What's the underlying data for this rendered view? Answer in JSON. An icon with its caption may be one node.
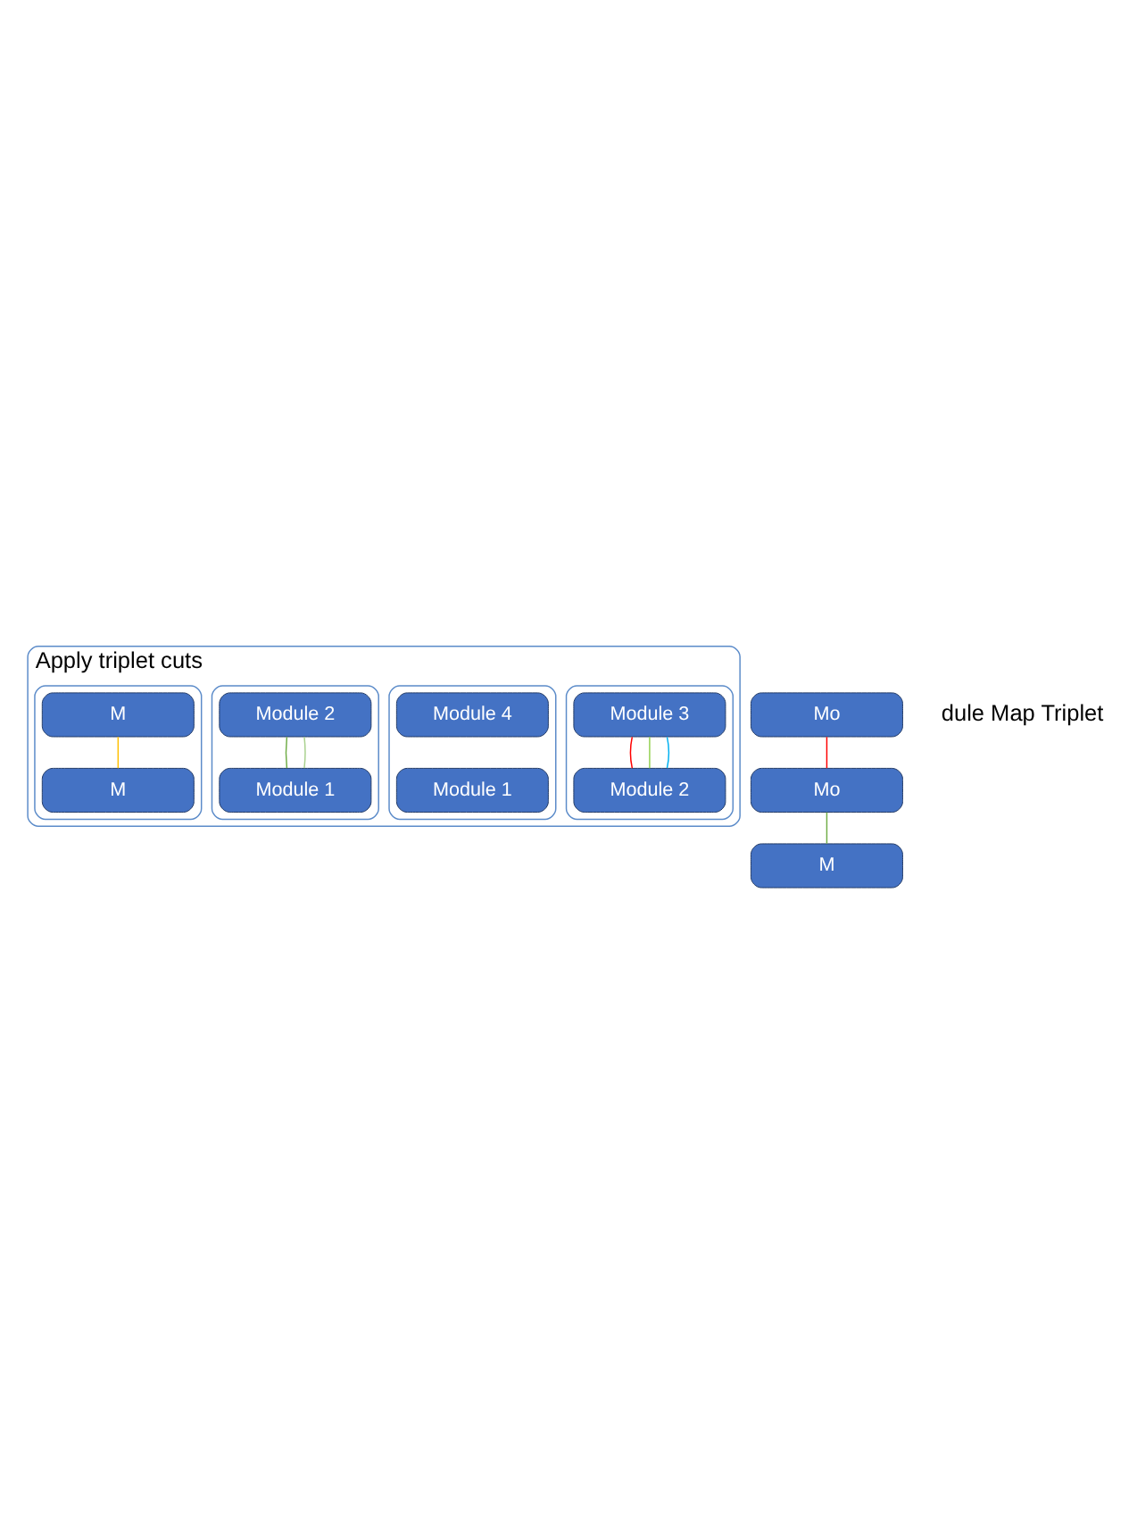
{
  "diagram": {
    "nodes": [
      {
        "text": [
          "Apply triplet cuts"
        ]
      },
      {
        "text": [],
        "shape": "box",
        "in": 0
      },
      {
        "text": [
          "Module 3"
        ],
        "in": 1
      },
      {
        "text": [
          "Module 2"
        ],
        "in": 1
      },
      {
        "text": [],
        "shape": "box",
        "in": 0
      },
      {
        "text": [
          "Module 4"
        ],
        "in": 4
      },
      {
        "text": [
          "Module 1"
        ],
        "in": 4
      },
      {
        "text": [],
        "shape": "box",
        "in": 0
      },
      {
        "text": [
          "Module 2"
        ],
        "in": 7
      },
      {
        "text": [
          "Module 1"
        ],
        "in": 7
      },
      {
        "text": [],
        "shape": "box",
        "in": 0
      },
      {
        "text": [
          "M"
        ],
        "in": 10
      },
      {
        "text": [
          "M"
        ],
        "in": 10
      },
      {
        "text": [
          "Mo"
        ]
      },
      {
        "text": [
          "Mo"
        ]
      },
      {
        "text": [
          "M"
        ]
      }
    ],
    "edges": [
      {
        "from": 2,
        "to": 3,
        "arrow": "none",
        "color": "#ff0000"
      },
      {
        "from": 2,
        "to": 3,
        "arrow": "none",
        "color": "#92d050"
      },
      {
        "from": 2,
        "to": 3,
        "arrow": "none",
        "color": "#00b0f0"
      },
      {
        "from": 8,
        "to": 9,
        "arrow": "none",
        "color": "#70ad47"
      },
      {
        "from": 8,
        "to": 9,
        "arrow": "none",
        "color": "#a9d18e"
      },
      {
        "from": 11,
        "to": 12,
        "arrow": "none",
        "color": "#ffc000"
      },
      {
        "from": 13,
        "to": 14,
        "arrow": "none",
        "color": "#ff0000"
      },
      {
        "from": 14,
        "to": 15,
        "arrow": "none",
        "color": "#70ad47"
      }
    ],
    "labels": [
      "dule Map Triplet"
    ]
  }
}
